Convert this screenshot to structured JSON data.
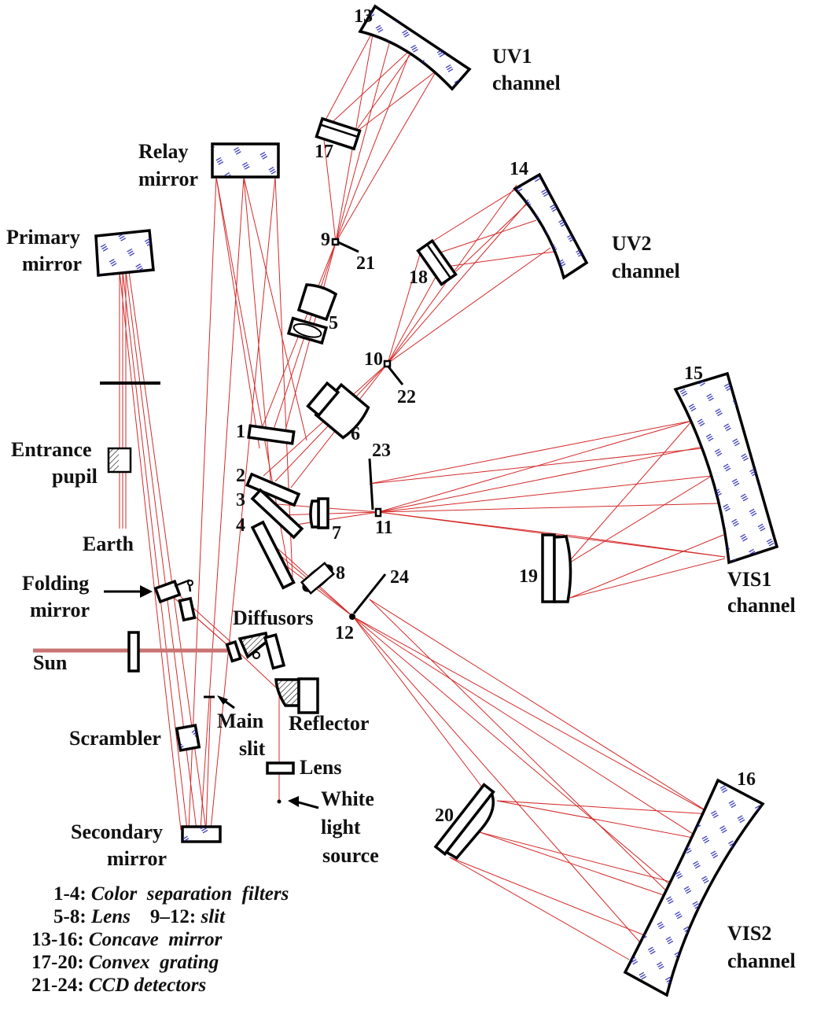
{
  "labels": {
    "uv1": [
      "UV1",
      "channel"
    ],
    "uv2": [
      "UV2",
      "channel"
    ],
    "vis1": [
      "VIS1",
      "channel"
    ],
    "vis2": [
      "VIS2",
      "channel"
    ],
    "relay_mirror": [
      "Relay",
      "mirror"
    ],
    "primary_mirror": [
      "Primary",
      "mirror"
    ],
    "entrance_pupil": [
      "Entrance",
      "pupil"
    ],
    "earth": "Earth",
    "folding_mirror": [
      "Folding",
      "mirror"
    ],
    "sun": "Sun",
    "diffusors": "Diffusors",
    "reflector": "Reflector",
    "main_slit": [
      "Main",
      "slit"
    ],
    "scrambler": "Scrambler",
    "lens": "Lens",
    "white_light_source": [
      "White",
      "light",
      "source"
    ],
    "secondary_mirror": [
      "Secondary",
      "mirror"
    ]
  },
  "numbers": {
    "n1": "1",
    "n2": "2",
    "n3": "3",
    "n4": "4",
    "n5": "5",
    "n6": "6",
    "n7": "7",
    "n8": "8",
    "n9": "9",
    "n10": "10",
    "n11": "11",
    "n12": "12",
    "n13": "13",
    "n14": "14",
    "n15": "15",
    "n16": "16",
    "n17": "17",
    "n18": "18",
    "n19": "19",
    "n20": "20",
    "n21": "21",
    "n22": "22",
    "n23": "23",
    "n24": "24"
  },
  "legend": [
    {
      "key": "1-4:",
      "value": "Color  separation  filters"
    },
    {
      "key": "5-8:",
      "value": "Lens",
      "key2": "9–12:",
      "value2": "slit"
    },
    {
      "key": "13-16:",
      "value": "Concave  mirror"
    },
    {
      "key": "17-20:",
      "value": "Convex  grating"
    },
    {
      "key": "21-24:",
      "value": "CCD detectors"
    }
  ],
  "colors": {
    "ray": "#d42a2a",
    "sun_beam": "#c97373",
    "hatch": "#2b2bb5",
    "outline": "#000000"
  }
}
